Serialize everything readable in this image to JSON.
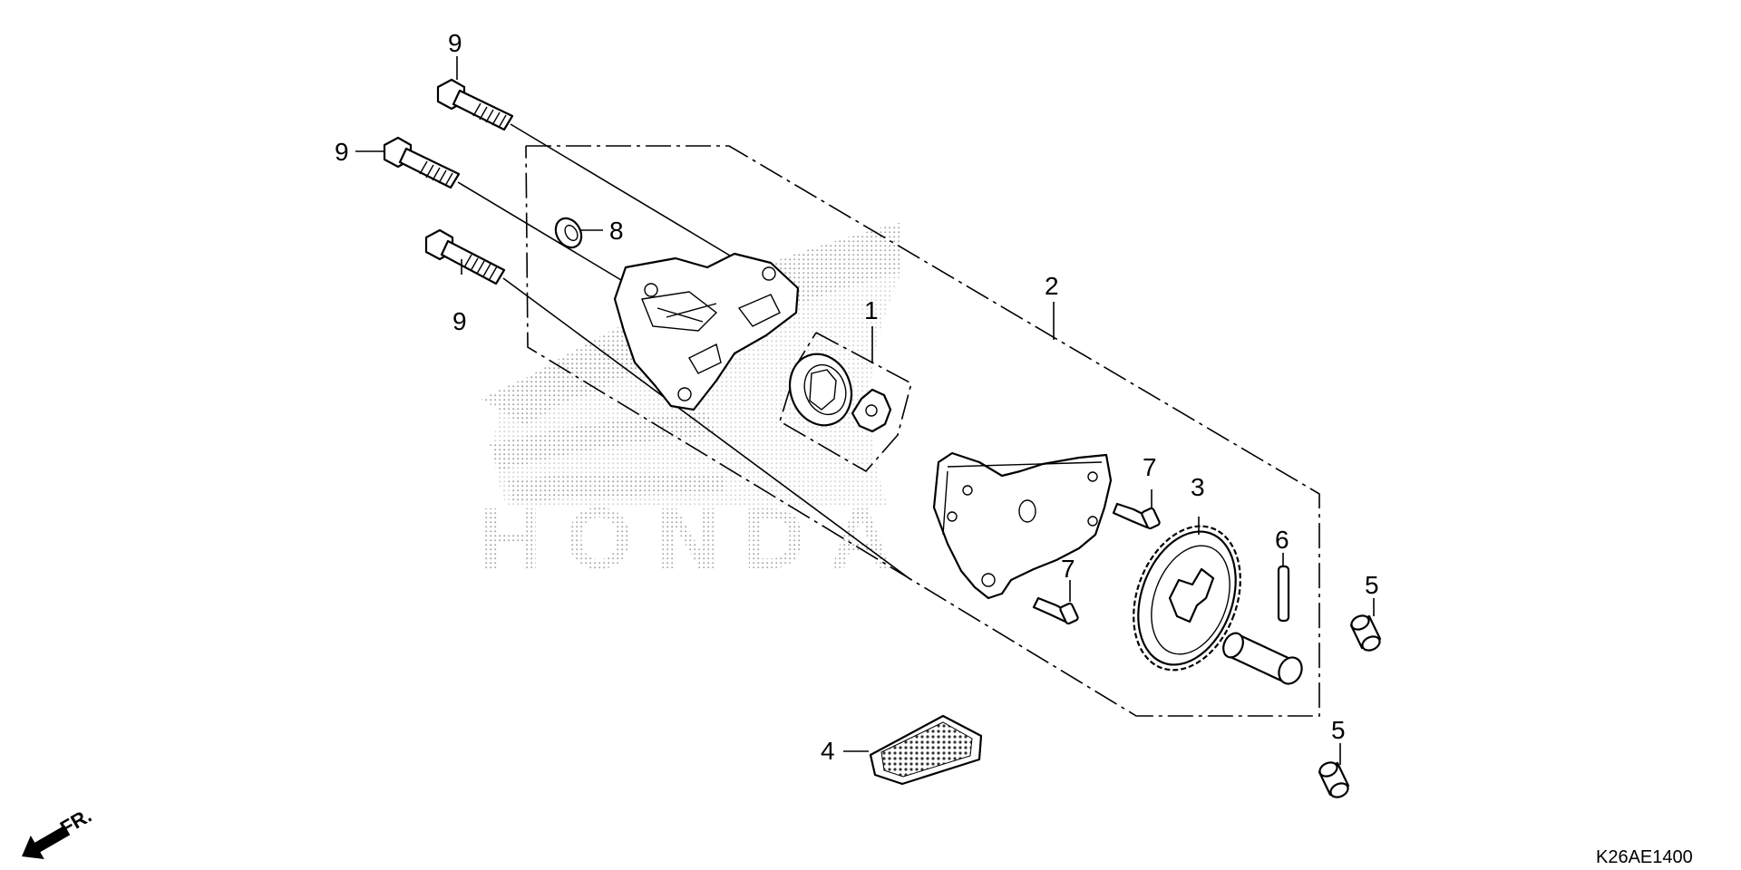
{
  "diagram": {
    "watermark_logo": "HONDA",
    "callouts": {
      "c1": "1",
      "c2": "2",
      "c3": "3",
      "c4": "4",
      "c5a": "5",
      "c5b": "5",
      "c6": "6",
      "c7a": "7",
      "c7b": "7",
      "c8": "8",
      "c9a": "9",
      "c9b": "9",
      "c9c": "9"
    },
    "direction_label": "FR.",
    "diagram_code": "K26AE1400"
  }
}
